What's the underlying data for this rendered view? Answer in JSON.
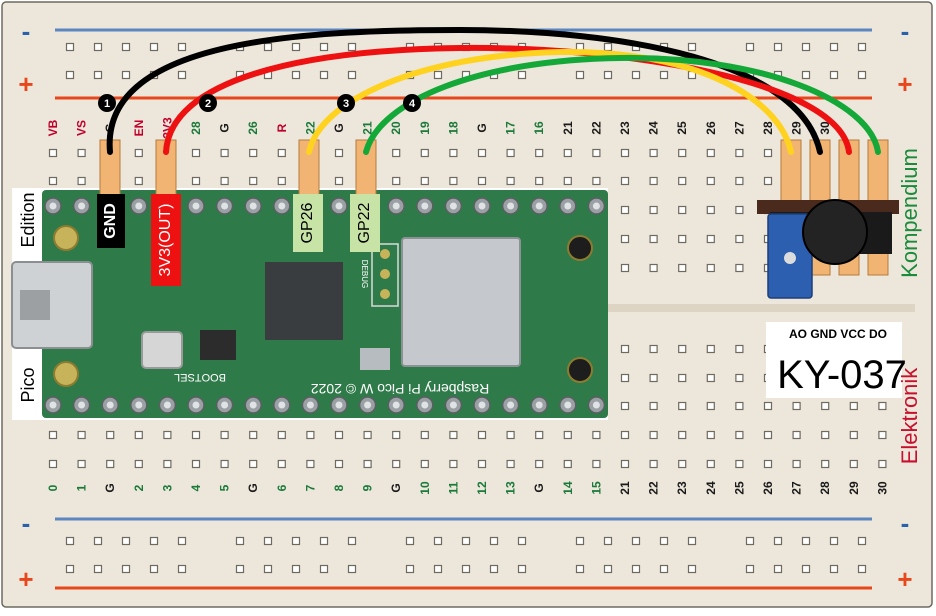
{
  "top_rail": {
    "minus": "-",
    "plus": "+"
  },
  "bottom_rail": {
    "minus": "-",
    "plus": "+"
  },
  "top_pins": [
    "VB",
    "VS",
    "G",
    "EN",
    "3V3",
    "28",
    "G",
    "26",
    "R",
    "22",
    "G",
    "21",
    "20",
    "19",
    "18",
    "G",
    "17",
    "16",
    "21",
    "22",
    "23",
    "24",
    "25",
    "26",
    "27",
    "28",
    "29",
    "30"
  ],
  "bottom_pins": [
    "0",
    "1",
    "G",
    "2",
    "3",
    "4",
    "5",
    "G",
    "6",
    "7",
    "8",
    "9",
    "G",
    "10",
    "11",
    "12",
    "13",
    "G",
    "14",
    "15",
    "21",
    "22",
    "23",
    "24",
    "25",
    "26",
    "27",
    "28",
    "29",
    "30"
  ],
  "wire_numbers": [
    "1",
    "2",
    "3",
    "4"
  ],
  "pin_labels": {
    "gnd": "GND",
    "v33": "3V3(OUT)",
    "gp26": "GP26",
    "gp22": "GP22"
  },
  "pico": {
    "edition": "Edition",
    "pico": "Pico",
    "bootsel": "BOOTSEL",
    "silk": "Raspberry Pi Pico W © 2022",
    "debug": "DEBUG"
  },
  "sensor": {
    "pins": "AO GND VCC DO",
    "model": "KY-037"
  },
  "side_text": {
    "kompendium": "Kompendium",
    "elektronik": "Elektronik"
  },
  "colors": {
    "board": "#ede6da",
    "rail_red": "#e8471b",
    "rail_blue": "#5b86c0",
    "pcb": "#2f7a49",
    "wire_gnd": "#000000",
    "wire_vcc": "#ee1111",
    "wire_ao": "#ffd21f",
    "wire_do": "#14a838",
    "kompendium": "#1a8a3c",
    "elektronik": "#c8102e",
    "pin_red_label": "#c0002a",
    "pin_green_label": "#1a8a3c"
  }
}
